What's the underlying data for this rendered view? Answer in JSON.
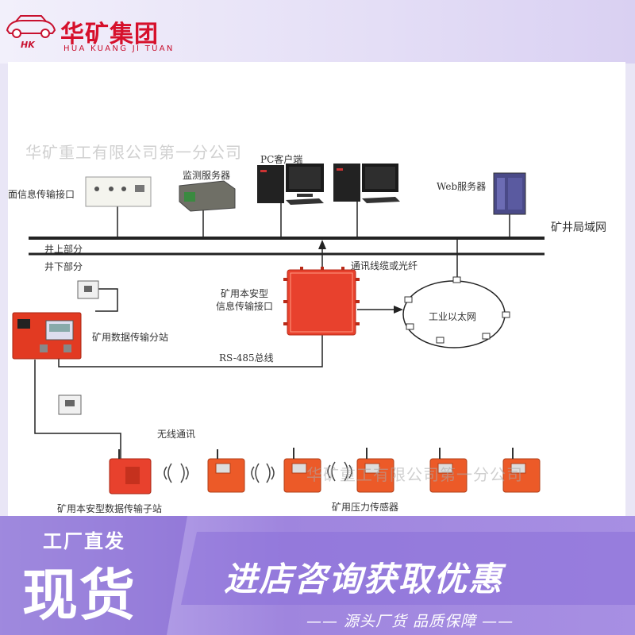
{
  "brand": {
    "name_cn": "华矿集团",
    "name_en": "HUA KUANG JI TUAN",
    "logo_text": "HK"
  },
  "colors": {
    "brand_red": "#d6102b",
    "device_orange": "#ec5a28",
    "device_red": "#e8412d",
    "promo_purple": "#9f85de",
    "line": "#222222"
  },
  "diagram": {
    "network_label": "矿井局域网",
    "aboveground_label": "井上部分",
    "underground_label": "井下部分",
    "devices": {
      "surface_interface": "面信息传输接口",
      "monitor_server": "监测服务器",
      "pc_client": "PC客户端",
      "web_server": "Web服务器",
      "info_interface": "矿用本安型\n信息传输接口",
      "cable_label": "通讯线缆或光纤",
      "ethernet_ring": "工业以太网",
      "data_substation": "矿用数据传输分站",
      "rs485_bus": "RS-485总线",
      "wireless": "无线通讯",
      "sub_station": "矿用本安型数据传输子站",
      "pressure_sensor": "矿用压力传感器"
    },
    "watermark": "华矿重工有限公司第一分公司"
  },
  "promo": {
    "factory_direct": "工厂直发",
    "in_stock": "现货",
    "consult": "进店咨询获取优惠",
    "tagline": "—— 源头厂货  品质保障 ——"
  }
}
